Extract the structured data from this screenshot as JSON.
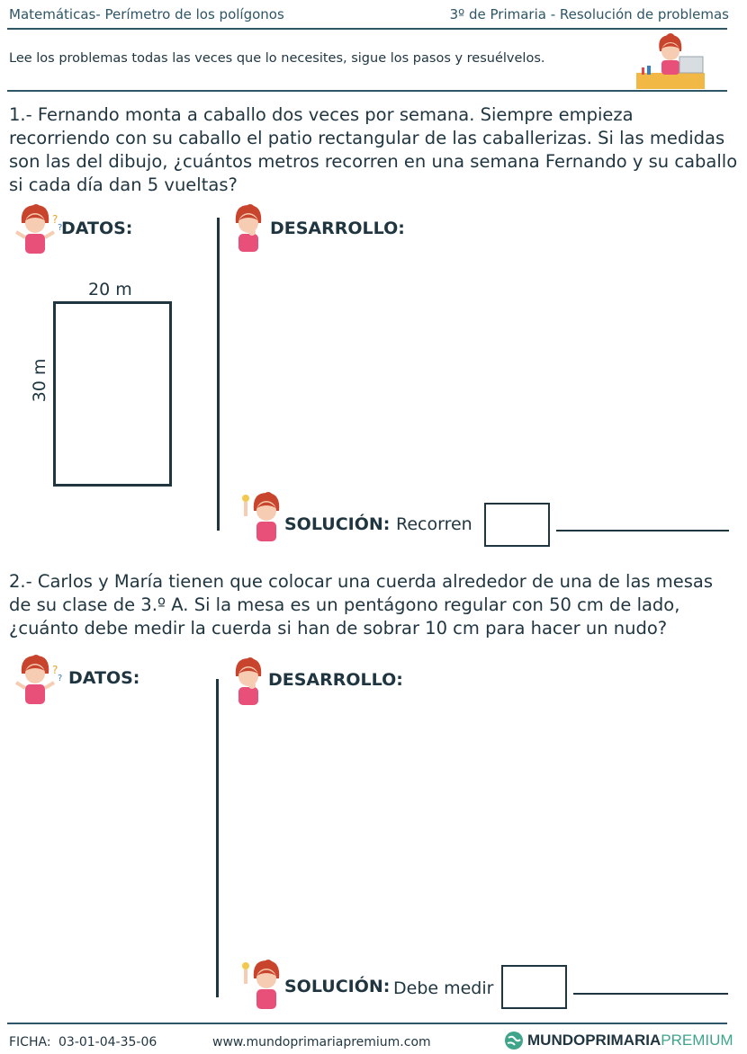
{
  "header": {
    "left": "Matemáticas- Perímetro de los polígonos",
    "right": "3º de Primaria - Resolución de problemas"
  },
  "instructions": "Lee los problemas todas las veces que lo necesites, sigue los pasos y resuélvelos.",
  "problem1": {
    "text": "1.- Fernando monta a caballo dos veces por semana. Siempre empieza recorriendo con su caballo el patio rectangular de las caballerizas. Si las medidas son las del dibujo, ¿cuántos metros recorren en una semana Fernando y su caballo si cada día dan 5 vueltas?",
    "datos_label": "DATOS:",
    "desarrollo_label": "DESARROLLO:",
    "width_label": "20 m",
    "height_label": "30 m",
    "solucion_label": "SOLUCIÓN:",
    "solucion_text": "Recorren"
  },
  "problem2": {
    "text": "2.- Carlos y María tienen que colocar una cuerda alrededor de una de las mesas de su clase de 3.º A. Si la mesa es un pentágono regular con 50 cm de lado, ¿cuánto debe medir la cuerda si han de sobrar 10 cm para hacer un nudo?",
    "datos_label": "DATOS:",
    "desarrollo_label": "DESARROLLO:",
    "solucion_label": "SOLUCIÓN:",
    "solucion_text": "Debe medir"
  },
  "footer": {
    "ficha_label": "FICHA:",
    "ficha_code": "03-01-04-35-06",
    "url": "www.mundoprimariapremium.com",
    "brand_mundo": "MUNDO",
    "brand_primaria": "PRIMARIA",
    "brand_premium": "PREMIUM"
  },
  "colors": {
    "header_text": "#2e5666",
    "body_text": "#1f3540",
    "girl_hair": "#c8442c",
    "girl_shirt": "#e8507a",
    "brand_green": "#3ea58a"
  }
}
